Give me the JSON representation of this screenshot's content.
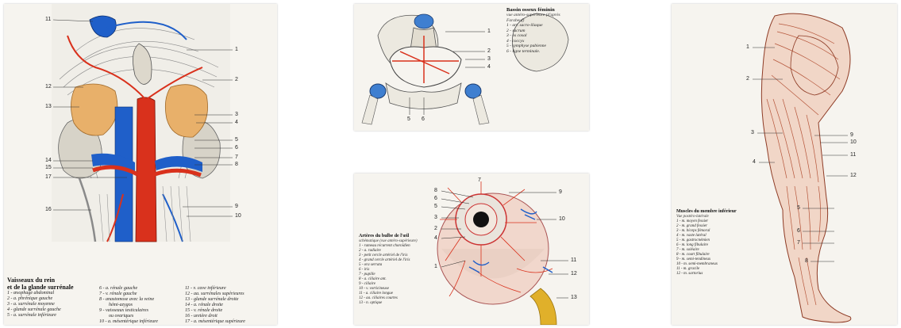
{
  "plate1": {
    "title_line1": "Vaisseaux du rein",
    "title_line2": "et de la glande surrénale",
    "legend_col1": [
      "1 - œsophage abdominal",
      "2 - a. phrénique gauche",
      "3 - a. surrénale moyenne",
      "4 - glande surrénale gauche",
      "5 - a. surrénale inférieure"
    ],
    "legend_col2": [
      "6 - a. rénale gauche",
      "7 - v. rénale gauche",
      "8 - anastomose avec la veine",
      "hémi-azygos",
      "9 - vaisseaux testiculaires",
      "ou ovariques",
      "10 - a. mésentérique inférieure"
    ],
    "legend_col3": [
      "11 - v. cave inférieure",
      "12 - aa. surrénales supérieures",
      "13 - glande surrénale droite",
      "14 - a. rénale droite",
      "15 - v. rénale droite",
      "16 - uretère droit",
      "17 - a. mésentérique supérieure"
    ],
    "callouts_right": [
      "1",
      "2",
      "3",
      "4",
      "5",
      "6",
      "7",
      "8",
      "9",
      "10"
    ],
    "callouts_left": [
      "11",
      "12",
      "13",
      "14",
      "15",
      "17",
      "16"
    ]
  },
  "plate2": {
    "title": "Bassin osseux féminin",
    "subtitle_line1": "vue antéro-supérieure (d'après",
    "subtitle_line2": "Farabeuf)",
    "legend": [
      "1 - art. sacro-iliaque",
      "2 - sacrum",
      "3 - os coxal",
      "4 - coccyx",
      "5 - symphyse pubienne",
      "6 - ligne terminale."
    ],
    "callouts": [
      "1",
      "2",
      "3",
      "4",
      "5",
      "6"
    ]
  },
  "plate3": {
    "title": "Artères du bulbe de l'œil",
    "subtitle": "schématique (vue antéro-supérieure)",
    "legend": [
      "1 - rameau récurrent choroïdien",
      "2 - a. radiaire",
      "3 - petit cercle artériel de l'iris",
      "4 - grand cercle artériel de l'iris",
      "5 - ora serrata",
      "6 - iris",
      "7 - pupille",
      "8 - a. ciliaire ant.",
      "9 - ciliaire",
      "10 - v. vorticineuse",
      "11 - a. ciliaire longue",
      "12 - aa. ciliaires courtes",
      "13 - n. optique"
    ],
    "callouts": [
      "8",
      "6",
      "5",
      "3",
      "2",
      "4",
      "1",
      "9",
      "10",
      "11",
      "12",
      "13",
      "7"
    ]
  },
  "plate4": {
    "title": "Muscles du membre inférieur",
    "subtitle": "Vue postéro-latérale",
    "legend": [
      "1 - m. moyen fessier",
      "2 - m. grand fessier",
      "3 - m. biceps fémoral",
      "4 - m. vaste latéral",
      "5 - m. gastrocnémien",
      "6 - m. long fibulaire",
      "7 - m. soléaire",
      "8 - m. court fibulaire",
      "9 - m. semi-tendineux",
      "10 - m. semi-membraneux",
      "11 - m. gracile",
      "12 - m. sartorius"
    ],
    "callouts_left": [
      "1",
      "2",
      "3",
      "4",
      "5",
      "6",
      "7",
      "8"
    ],
    "callouts_right": [
      "9",
      "10",
      "11",
      "12"
    ]
  },
  "colors": {
    "artery": "#d9311c",
    "vein": "#1f5fc9",
    "gland": "#e8b06a",
    "muscle": "#b5553a",
    "bone": "#ece9e0",
    "optic": "#e0b02a"
  }
}
